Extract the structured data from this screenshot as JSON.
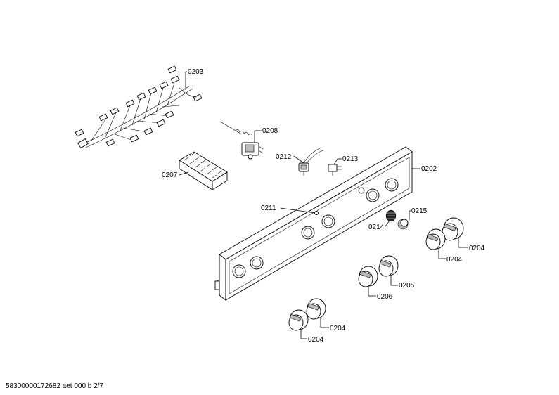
{
  "labels": {
    "p0203": "0203",
    "p0208": "0208",
    "p0207": "0207",
    "p0212": "0212",
    "p0213": "0213",
    "p0202": "0202",
    "p0211": "0211",
    "p0215": "0215",
    "p0214": "0214",
    "p0204_a": "0204",
    "p0204_b": "0204",
    "p0205": "0205",
    "p0206": "0206",
    "p0204_c": "0204",
    "p0204_d": "0204"
  },
  "footer": {
    "doc_id": "58300000172682 aet 000 b 2/7"
  }
}
